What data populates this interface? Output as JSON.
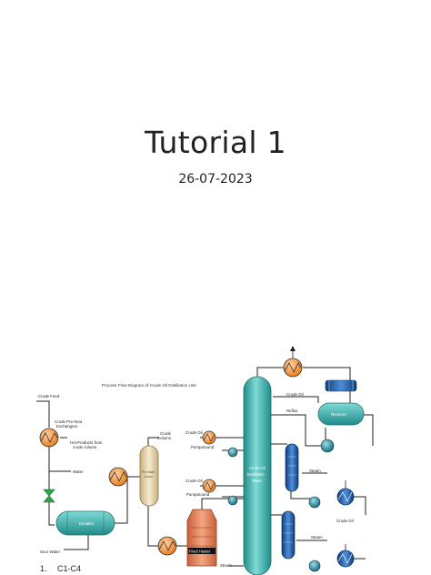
{
  "slide": {
    "title": "Tutorial 1",
    "date": "26-07-2023"
  },
  "diagram": {
    "title": "Process Flow Diagram of Crude Oil Distillation Unit",
    "labels": {
      "crude_feed": "Crude Feed",
      "crude_preheat": [
        "Crude Pre-heat",
        "Exchangers"
      ],
      "hot_products": [
        "Hot Products from",
        "crude column"
      ],
      "water": "Water",
      "desalter": "Desalter",
      "sour_water": "Sour Water",
      "crude_column": [
        "Crude",
        "Column"
      ],
      "preflash_drum": [
        "Pre-flash",
        "Drum"
      ],
      "fired_heater": "Fired Heater",
      "crude_oil_1": "Crude Oil",
      "pumparound_1": "Pumparound",
      "crude_oil_2": "Crude Oil",
      "pumparound_2": "Pumparound",
      "tower": [
        "Crude Oil",
        "Distillation",
        "Tower"
      ],
      "steam_bottom": "Steam",
      "crude_oil_top": "Crude Oil",
      "reflux": "Reflux",
      "receiver": "Receiver",
      "steam_1": "Steam",
      "steam_2": "Steam",
      "crude_oil_right": "Crude Oil"
    }
  },
  "list": {
    "number": "1.",
    "item": "C1-C4"
  },
  "colors": {
    "teal": "#3fb3b0",
    "orange": "#f08c2a",
    "blue": "#1d5ba8",
    "tan": "#e8d5aa",
    "heater": "#e7885a"
  }
}
